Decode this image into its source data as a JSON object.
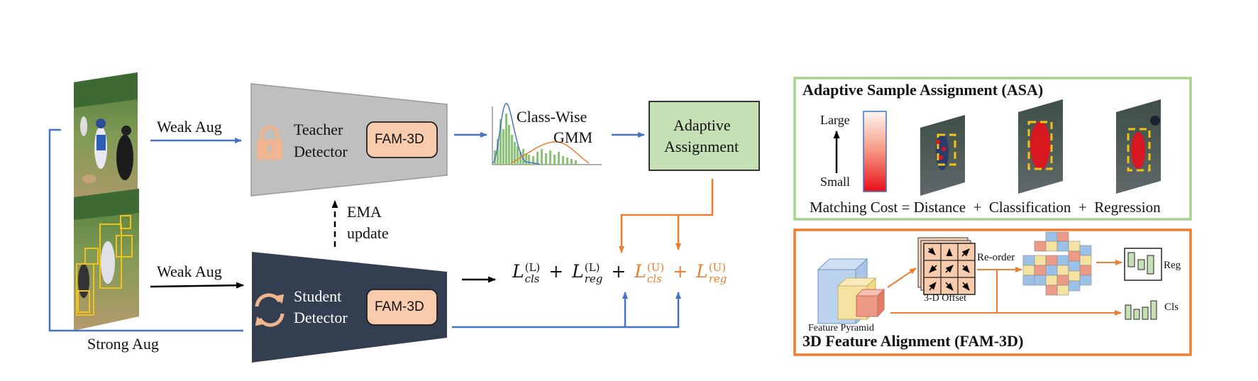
{
  "augment": {
    "weak_aug_top": "Weak Aug",
    "weak_aug_bottom": "Weak Aug",
    "strong_aug": "Strong Aug"
  },
  "teacher": {
    "label_line1": "Teacher",
    "label_line2": "Detector",
    "module": "FAM-3D"
  },
  "student": {
    "label_line1": "Student",
    "label_line2": "Detector",
    "module": "FAM-3D"
  },
  "ema": {
    "line1": "EMA",
    "line2": "update"
  },
  "gmm": {
    "line1": "Class-Wise",
    "line2": "GMM"
  },
  "adaptive": {
    "line1": "Adaptive",
    "line2": "Assignment"
  },
  "loss": {
    "l_cls_l": "L",
    "l_cls_l_sup": "(L)",
    "l_cls_l_sub": "cls",
    "l_reg_l": "L",
    "l_reg_l_sup": "(L)",
    "l_reg_l_sub": "reg",
    "l_cls_u": "L",
    "l_cls_u_sup": "(U)",
    "l_cls_u_sub": "cls",
    "l_reg_u": "L",
    "l_reg_u_sup": "(U)",
    "l_reg_u_sub": "reg",
    "plus": "+"
  },
  "asa": {
    "title": "Adaptive Sample Assignment (ASA)",
    "large": "Large",
    "small": "Small",
    "matching_cost": "Matching Cost",
    "equals": "=",
    "distance": "Distance",
    "classification": "Classification",
    "regression": "Regression",
    "plus": "+"
  },
  "fam": {
    "title": "3D Feature Alignment (FAM-3D)",
    "feature_pyramid": "Feature Pyramid",
    "offset": "3-D Offset",
    "reorder": "Re-order",
    "reg": "Reg",
    "cls": "Cls"
  },
  "colors": {
    "blue_arrow": "#4472c4",
    "orange_arrow": "#ed7d31",
    "teacher_fill": "#bfbfbf",
    "student_fill": "#333f50",
    "fam_module_fill": "#f8cbad",
    "adaptive_fill": "#c5e0b4",
    "asa_border": "#a9d18e",
    "fam_border": "#ed7d31"
  }
}
